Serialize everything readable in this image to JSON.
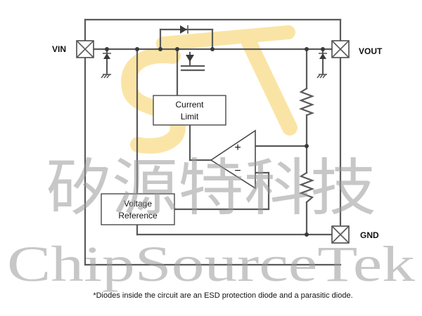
{
  "pins": {
    "vin": "VIN",
    "vout": "VOUT",
    "gnd": "GND"
  },
  "blocks": {
    "current_limit_line1": "Current",
    "current_limit_line2": "Limit",
    "voltage_reference_line1": "Voltage",
    "voltage_reference_line2": "Reference"
  },
  "amplifier": {
    "plus": "+",
    "minus": "−"
  },
  "watermark": {
    "chinese": "矽源特科技",
    "english": "ChipSourceTek"
  },
  "footnote": "*Diodes inside the circuit are an ESD protection diode and a parasitic diode.",
  "colors": {
    "logo_yellow": "#f6c53a",
    "wire": "#5a5a5a",
    "watermark": "#9b9b9b"
  }
}
